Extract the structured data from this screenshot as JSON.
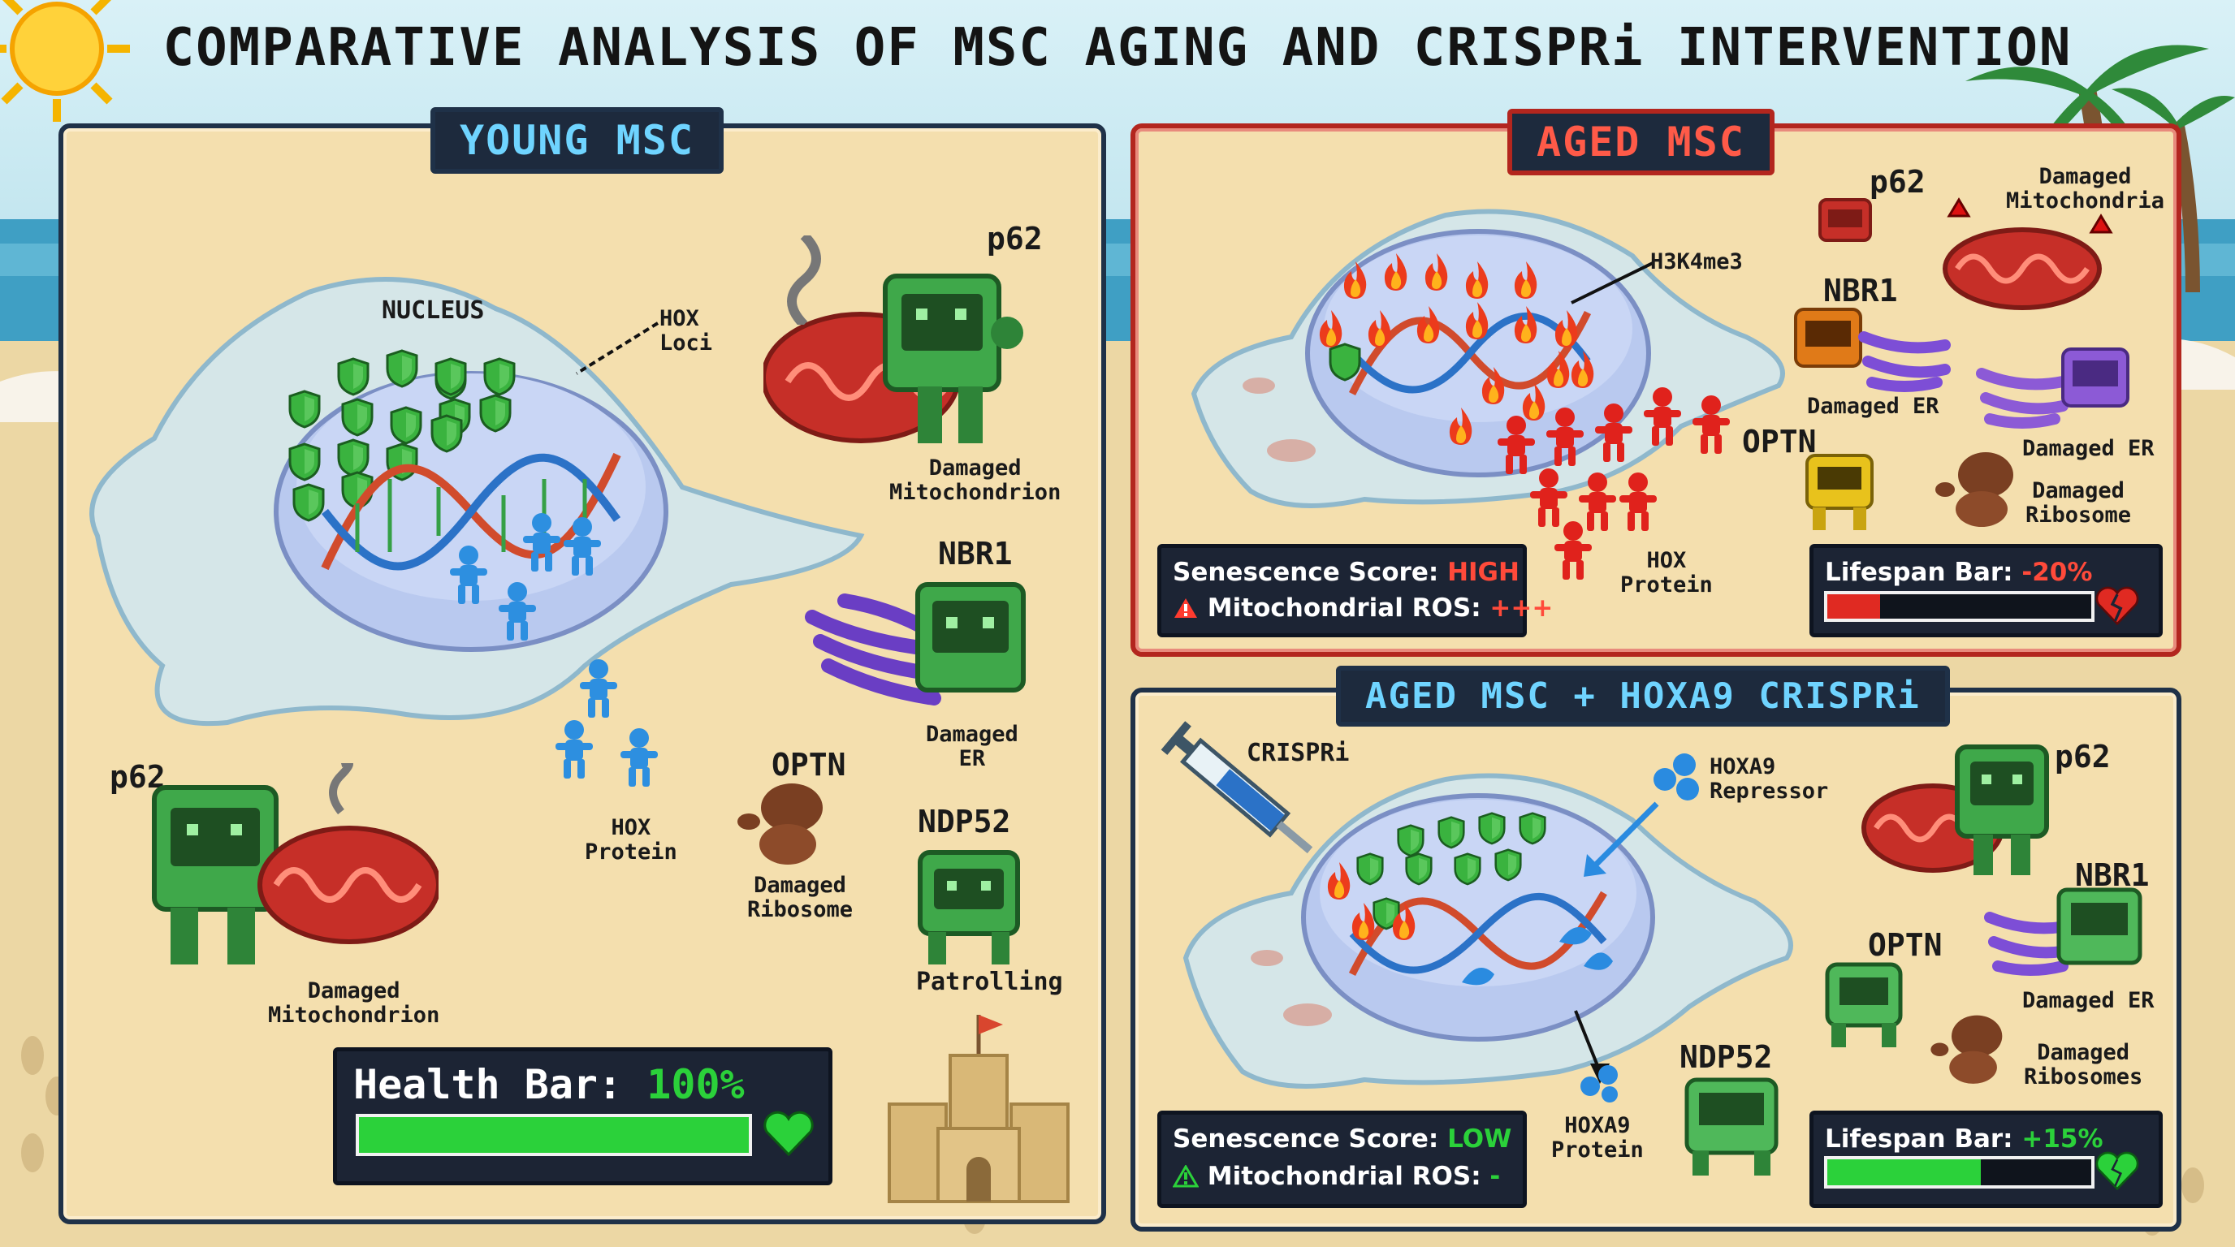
{
  "title": "COMPARATIVE ANALYSIS OF MSC AGING AND CRISPRi INTERVENTION",
  "colors": {
    "panel_border": "#1f3148",
    "aged_border": "#b3261e",
    "healthy_green": "#2bd13a",
    "danger_red": "#ff3b2f",
    "tag_blue": "#6fd4ff",
    "sand": "#f4dfae"
  },
  "young": {
    "tag": "YOUNG MSC",
    "nucleus_label": "NUCLEUS",
    "hox_loci": [
      "HOX",
      "Loci"
    ],
    "p62_top": "p62",
    "damaged_mito_top": [
      "Damaged",
      "Mitochondrion"
    ],
    "nbr1": "NBR1",
    "damaged_er": [
      "Damaged",
      "ER"
    ],
    "optn": "OPTN",
    "damaged_ribosome": [
      "Damaged",
      "Ribosome"
    ],
    "ndp52": "NDP52",
    "patrolling": "Patrolling",
    "p62_bottom": "p62",
    "damaged_mito_bottom": [
      "Damaged",
      "Mitochondrion"
    ],
    "hox_protein": [
      "HOX",
      "Protein"
    ],
    "health_label": "Health Bar: ",
    "health_value": "100%",
    "health_fraction": 1.0
  },
  "aged": {
    "tag": "AGED MSC",
    "h3k4me3": "H3K4me3",
    "p62": "p62",
    "damaged_mito": [
      "Damaged",
      "Mitochondria"
    ],
    "nbr1": "NBR1",
    "damaged_er_1": "Damaged ER",
    "damaged_er_2": "Damaged ER",
    "optn": "OPTN",
    "damaged_ribosome": [
      "Damaged",
      "Ribosome"
    ],
    "hox_protein": [
      "HOX",
      "Protein"
    ],
    "senescence_label": "Senescence Score: ",
    "senescence_value": "HIGH",
    "ros_label": "Mitochondrial ROS: ",
    "ros_value": "+++",
    "lifespan_label": "Lifespan Bar: ",
    "lifespan_value": "-20%",
    "lifespan_fraction": 0.2
  },
  "crispr": {
    "tag": "AGED MSC + HOXA9 CRISPRi",
    "crispri": "CRISPRi",
    "repressor": [
      "HOXA9",
      "Repressor"
    ],
    "p62": "p62",
    "nbr1": "NBR1",
    "optn": "OPTN",
    "damaged_er": "Damaged ER",
    "damaged_ribosomes": [
      "Damaged",
      "Ribosomes"
    ],
    "ndp52": "NDP52",
    "hoxa9_protein": [
      "HOXA9",
      "Protein"
    ],
    "senescence_label": "Senescence Score: ",
    "senescence_value": "LOW",
    "ros_label": "Mitochondrial ROS: ",
    "ros_value": "-",
    "lifespan_label": "Lifespan Bar: ",
    "lifespan_value": "+15%",
    "lifespan_fraction": 0.58
  },
  "icons": [
    "sun-icon",
    "palm-tree-icon",
    "sandcastle-icon",
    "heart-icon",
    "broken-heart-icon",
    "warning-icon",
    "syringe-icon",
    "shield-icon",
    "flame-icon",
    "dna-icon",
    "robot-icon"
  ]
}
